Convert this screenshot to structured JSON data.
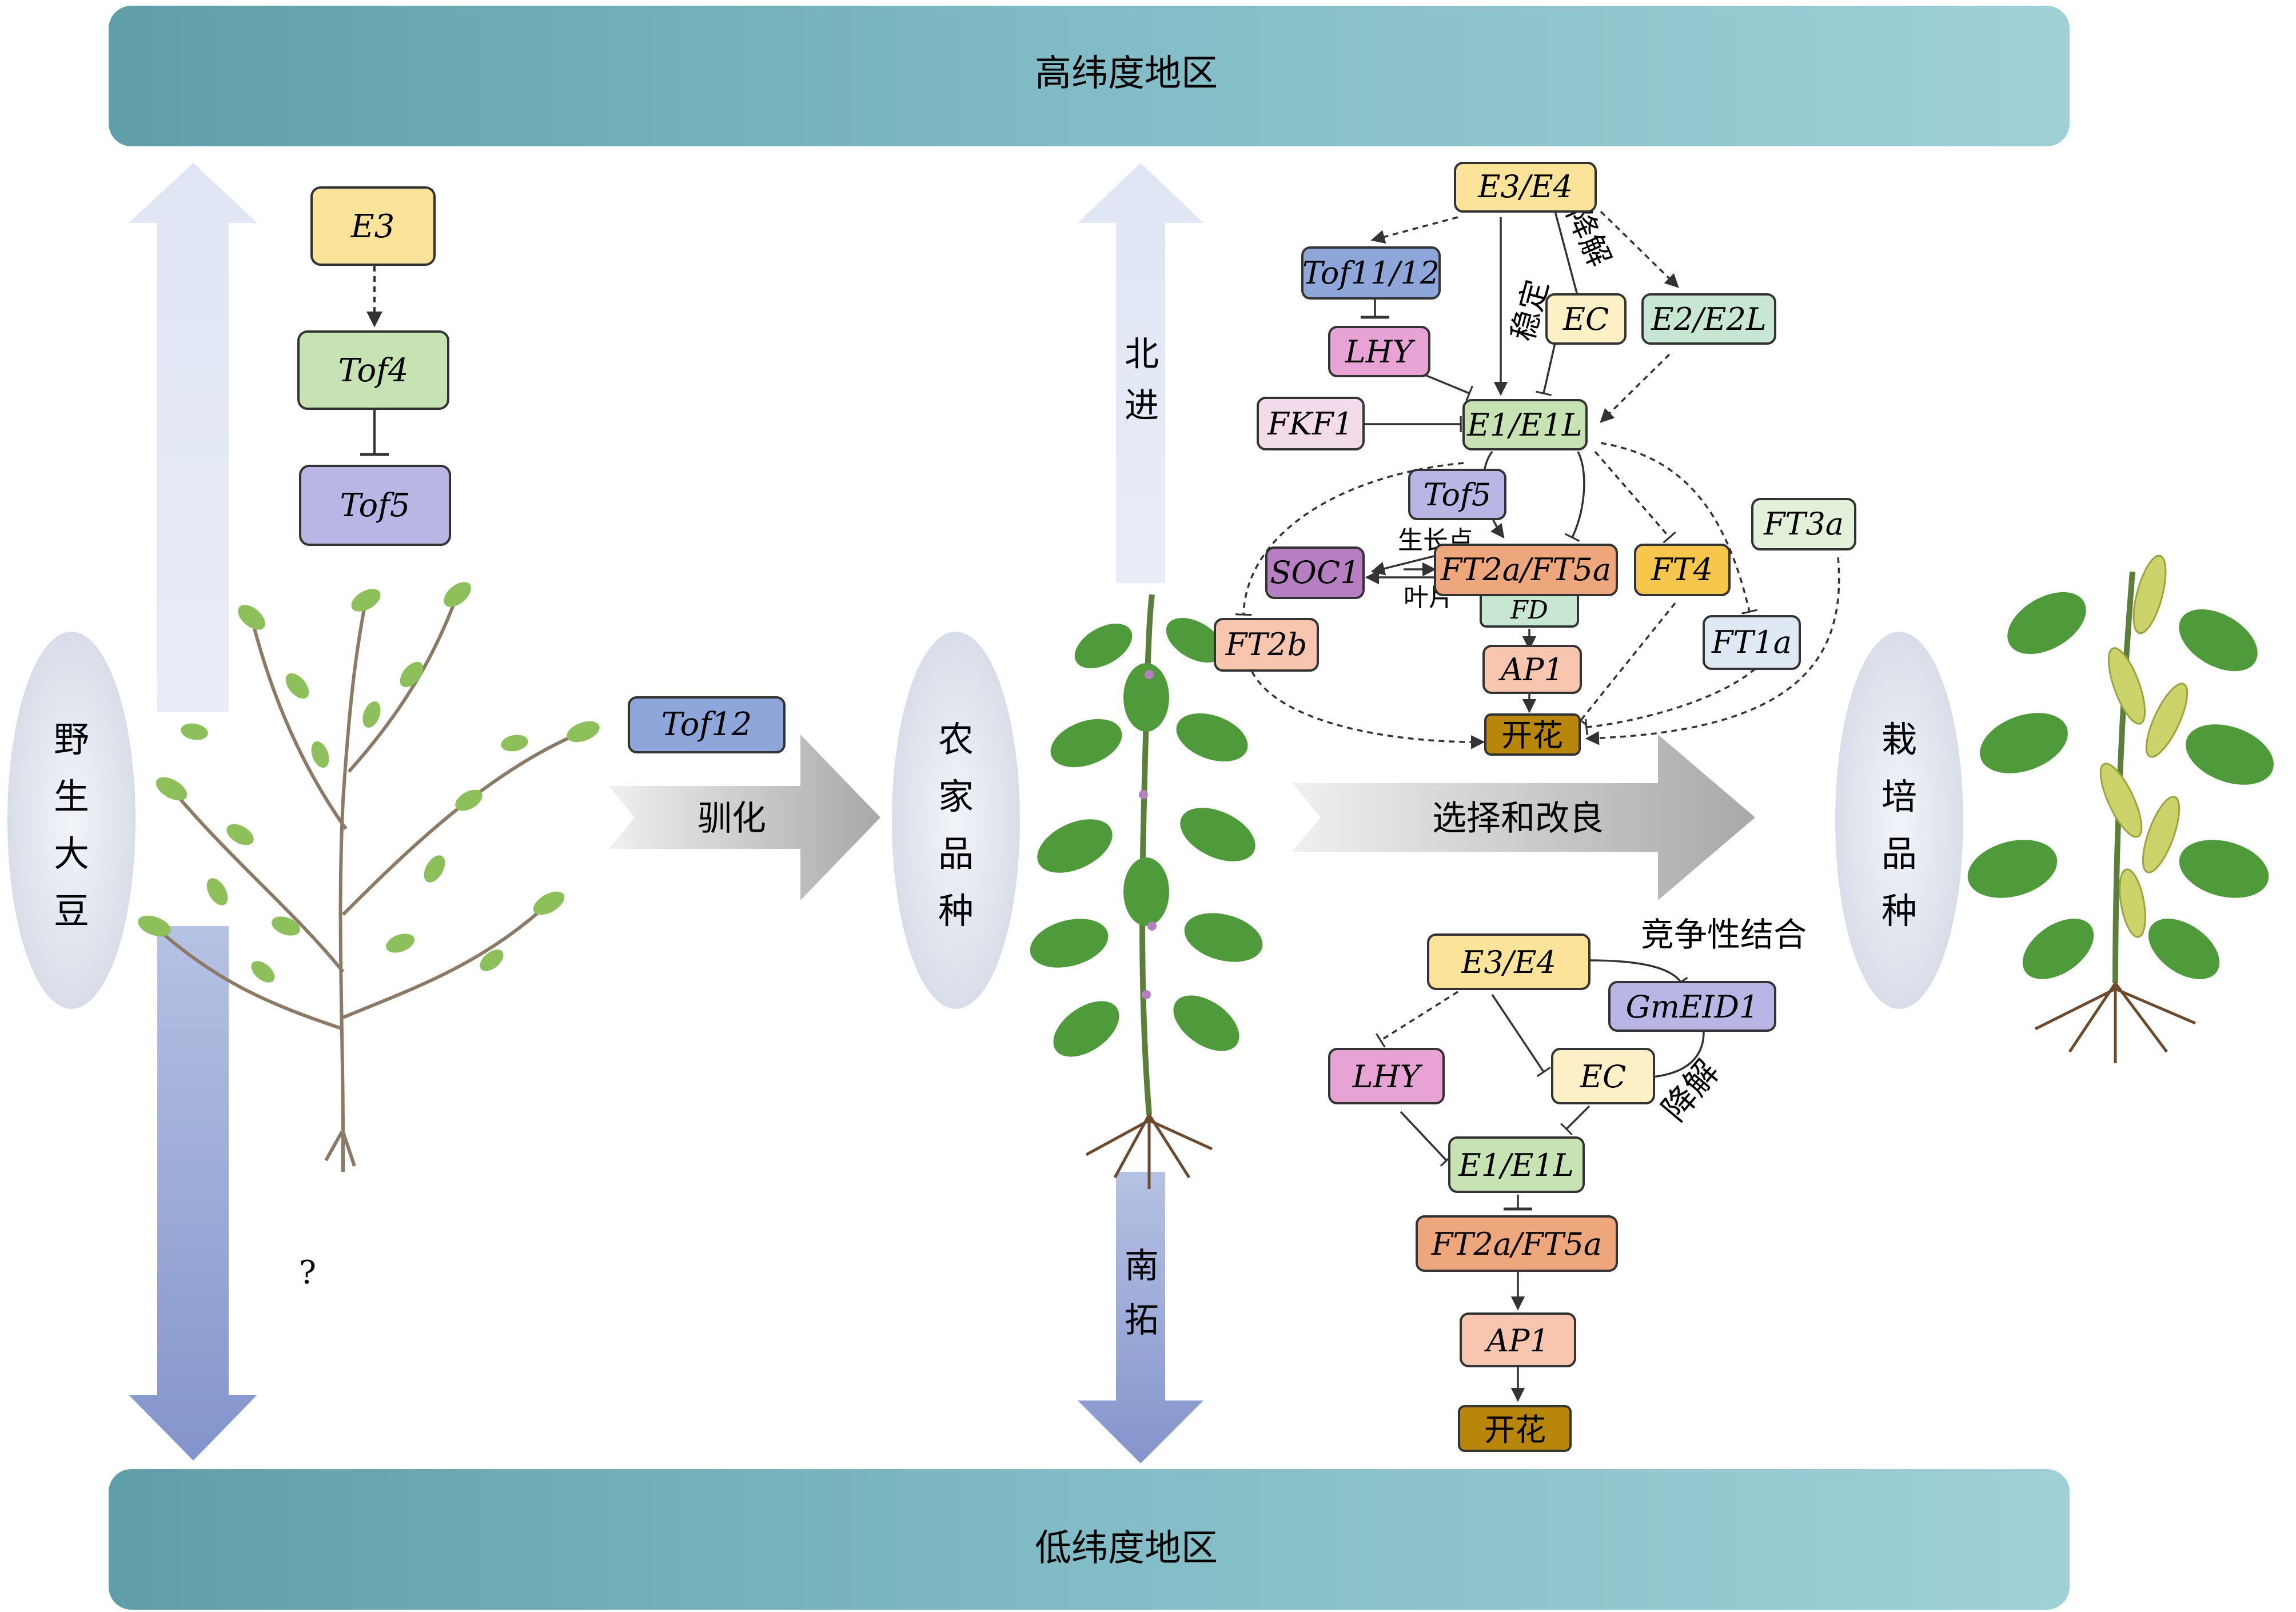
{
  "bands": {
    "top": "高纬度地区",
    "bottom": "低纬度地区"
  },
  "stages": {
    "wild": "野生大豆",
    "landrace": "农家品种",
    "cultivar": "栽培品种"
  },
  "arrows": {
    "domestication": "驯化",
    "selection": "选择和改良",
    "north": "北进",
    "south": "南拓"
  },
  "left_module": {
    "e3": "E3",
    "tof4": "Tof4",
    "tof5": "Tof5",
    "question": "?"
  },
  "tof12": "Tof12",
  "upper_network": {
    "e3e4": "E3/E4",
    "tof1112": "Tof11/12",
    "lhy": "LHY",
    "ec": "EC",
    "e2e2l": "E2/E2L",
    "fkf1": "FKF1",
    "e1e1l": "E1/E1L",
    "tof5": "Tof5",
    "ft3a": "FT3a",
    "soc1": "SOC1",
    "ft2aft5a": "FT2a/FT5a",
    "ft4": "FT4",
    "fd": "FD",
    "ft2b": "FT2b",
    "ft1a": "FT1a",
    "ap1": "AP1",
    "flowering": "开花",
    "stabilize": "稳定",
    "degrade": "降解",
    "shoot_apex": "生长点",
    "leaf": "叶片"
  },
  "lower_network": {
    "e3e4": "E3/E4",
    "gmeid1": "GmEID1",
    "lhy": "LHY",
    "ec": "EC",
    "e1e1l": "E1/E1L",
    "ft2aft5a": "FT2a/FT5a",
    "ap1": "AP1",
    "flowering": "开花",
    "competitive_binding": "竞争性结合",
    "degrade": "降解"
  },
  "colors": {
    "yellow": "#fbe49a",
    "green": "#c7e3b4",
    "purple": "#b9b6e6",
    "blue": "#8ea6d9",
    "pink": "#e6a3d3",
    "lightpink": "#f2dcea",
    "cream": "#fdf0c6",
    "mint": "#c8e7d2",
    "orange": "#eea67c",
    "peach": "#f8c5ae",
    "gold": "#f7c74d",
    "brown": "#b8860b",
    "lightblue": "#dfe9f4",
    "lightgreen": "#e3f1da",
    "violet": "#b57fc1"
  }
}
